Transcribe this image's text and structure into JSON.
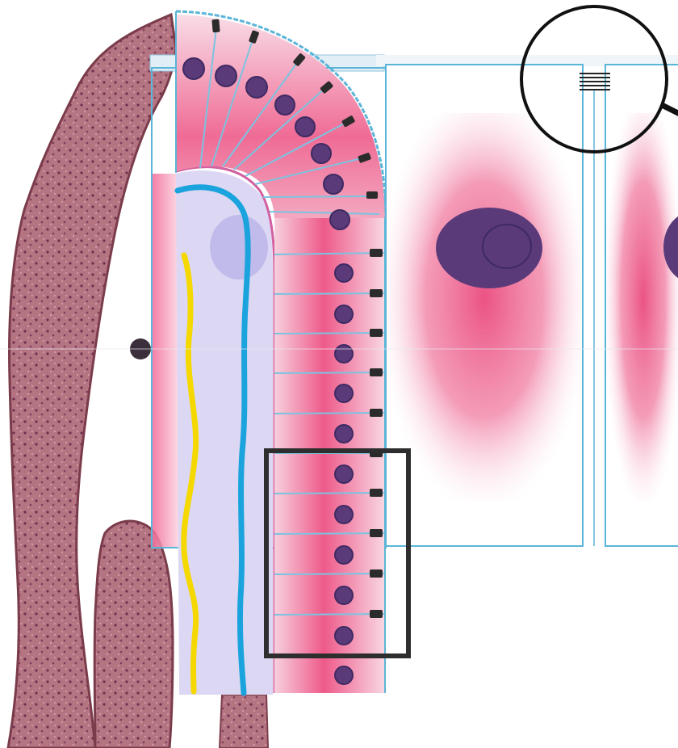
{
  "diagram": {
    "labels": [],
    "colors": {
      "background": "#ffffff",
      "tissue_fill": "#b06f7a",
      "tissue_edge": "#7a3b4a",
      "tissue_speckle": "#5f2f4a",
      "cell_outline": "#5bb5d8",
      "cytoplasm_pink": "#ea4a7e",
      "nucleus": "#5a3a78",
      "nucleus_dark": "#3e2a62",
      "basement_membrane_blue": "#1aa3dc",
      "axon_yellow": "#f5d800",
      "lavender_region": "#c9c3ec",
      "magenta_border": "#d260a0",
      "junction_dark": "#2b2b2b",
      "inset_box": "#2e2e2e",
      "magnifier_circle": "#111111"
    },
    "elements": [
      "villus-tissue-strip",
      "lower-villus-tissue",
      "epithelial-cell-column",
      "fan-of-columnar-cells",
      "large-epithelial-cell",
      "partial-right-cell",
      "basement-membrane-line",
      "axon-line",
      "highlight-box",
      "magnifier-circle",
      "junction-stack"
    ]
  }
}
